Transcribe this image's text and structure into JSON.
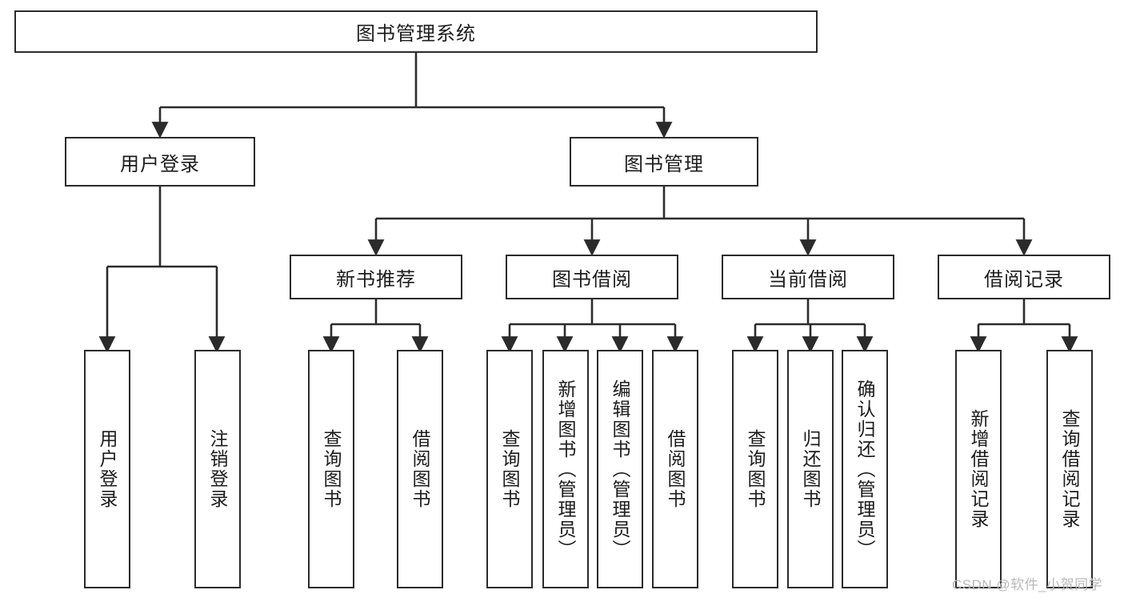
{
  "diagram": {
    "title": "图书管理系统",
    "type": "tree-hierarchy-chart",
    "orientation": "top-down",
    "theme": {
      "stroke": "#2b2b2b",
      "fill": "#ffffff",
      "text": "#1c1c1c",
      "watermark": "#b9b9b9"
    },
    "root": {
      "id": "root",
      "label": "图书管理系统"
    },
    "level2": [
      {
        "id": "user-login",
        "label": "用户登录"
      },
      {
        "id": "book-manage",
        "label": "图书管理"
      }
    ],
    "level3": [
      {
        "id": "new-book-rec",
        "label": "新书推荐",
        "parent": "book-manage"
      },
      {
        "id": "book-borrow",
        "label": "图书借阅",
        "parent": "book-manage"
      },
      {
        "id": "current-borrow",
        "label": "当前借阅",
        "parent": "book-manage"
      },
      {
        "id": "borrow-record",
        "label": "借阅记录",
        "parent": "book-manage"
      }
    ],
    "leaves": {
      "user-login": [
        {
          "id": "leaf-user-login",
          "label": "用户登录"
        },
        {
          "id": "leaf-user-logout",
          "label": "注销登录"
        }
      ],
      "new-book-rec": [
        {
          "id": "leaf-query-book-1",
          "label": "查询图书"
        },
        {
          "id": "leaf-borrow-book-1",
          "label": "借阅图书"
        }
      ],
      "book-borrow": [
        {
          "id": "leaf-query-book-2",
          "label": "查询图书"
        },
        {
          "id": "leaf-add-book",
          "label": "新增图书（管理员）"
        },
        {
          "id": "leaf-edit-book",
          "label": "编辑图书（管理员）"
        },
        {
          "id": "leaf-borrow-book-2",
          "label": "借阅图书"
        }
      ],
      "current-borrow": [
        {
          "id": "leaf-query-book-3",
          "label": "查询图书"
        },
        {
          "id": "leaf-return-book",
          "label": "归还图书"
        },
        {
          "id": "leaf-confirm-return",
          "label": "确认归还（管理员）"
        }
      ],
      "borrow-record": [
        {
          "id": "leaf-add-record",
          "label": "新增借阅记录"
        },
        {
          "id": "leaf-query-record",
          "label": "查询借阅记录"
        }
      ]
    }
  },
  "watermark": {
    "text": "CSDN @软件_小贺同学"
  }
}
